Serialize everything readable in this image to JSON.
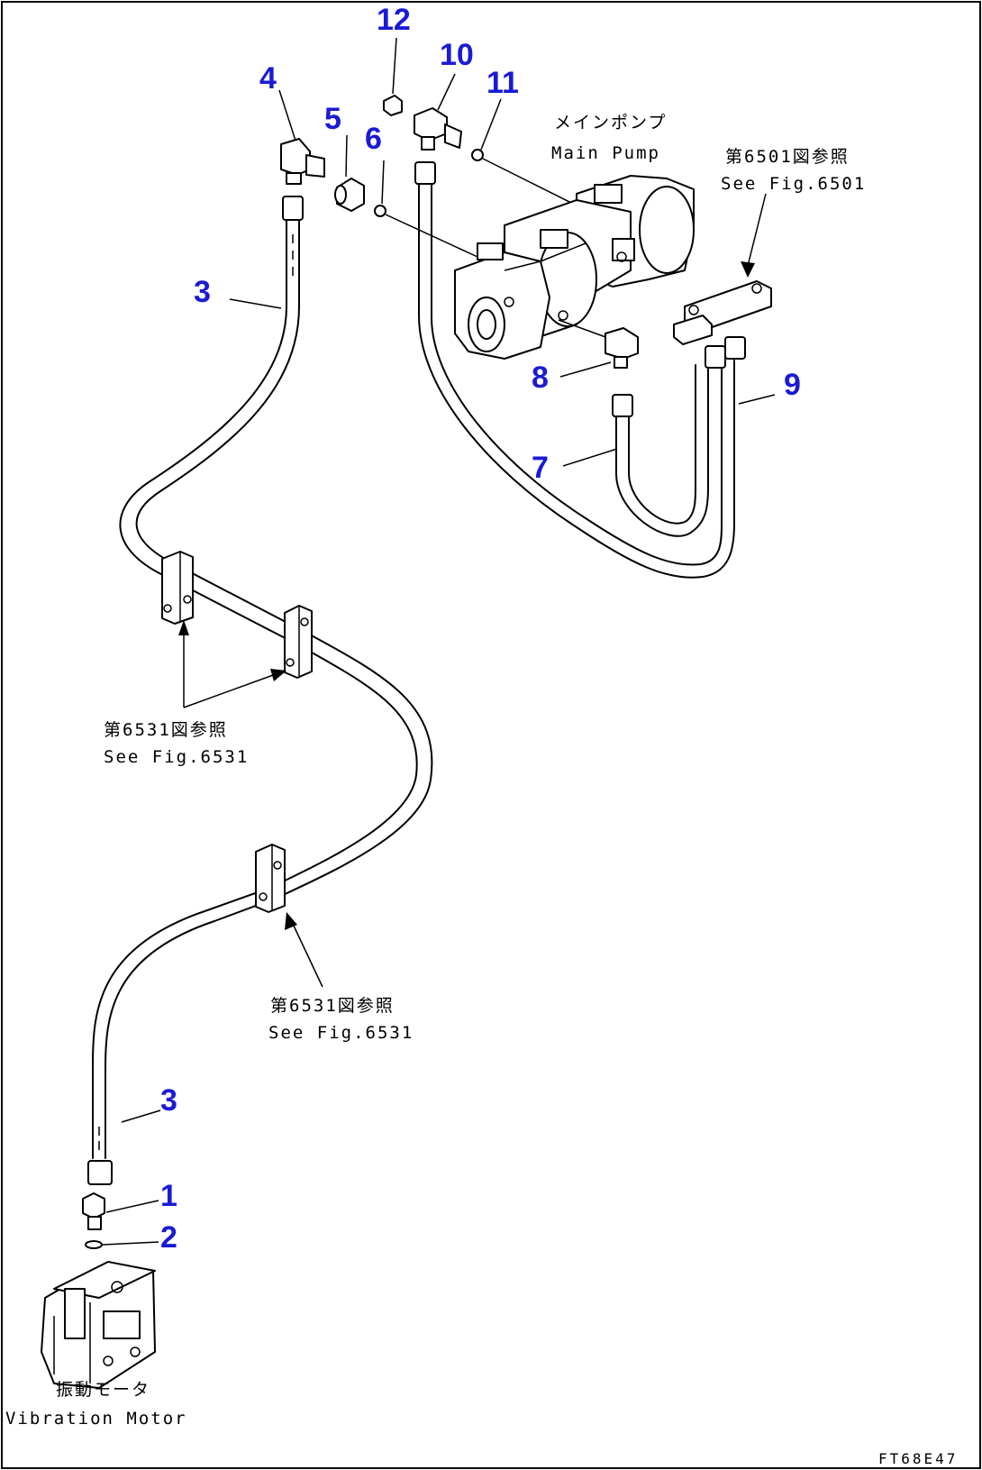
{
  "callout_color": "#1a1ad6",
  "callouts": [
    {
      "id": "c1",
      "label": "1"
    },
    {
      "id": "c2",
      "label": "2"
    },
    {
      "id": "c3a",
      "label": "3"
    },
    {
      "id": "c3b",
      "label": "3"
    },
    {
      "id": "c4",
      "label": "4"
    },
    {
      "id": "c5",
      "label": "5"
    },
    {
      "id": "c6",
      "label": "6"
    },
    {
      "id": "c7",
      "label": "7"
    },
    {
      "id": "c8",
      "label": "8"
    },
    {
      "id": "c9",
      "label": "9"
    },
    {
      "id": "c10",
      "label": "10"
    },
    {
      "id": "c11",
      "label": "11"
    },
    {
      "id": "c12",
      "label": "12"
    }
  ],
  "notes": {
    "main_pump_jp": "メインポンプ",
    "main_pump_en": "Main Pump",
    "ref_6501_jp": "第6501図参照",
    "ref_6501_en": "See Fig.6501",
    "ref_6531a_jp": "第6531図参照",
    "ref_6531a_en": "See Fig.6531",
    "ref_6531b_jp": "第6531図参照",
    "ref_6531b_en": "See Fig.6531",
    "motor_jp": "振動モータ",
    "motor_en": "Vibration Motor"
  },
  "drawing_code": "FT68E47"
}
